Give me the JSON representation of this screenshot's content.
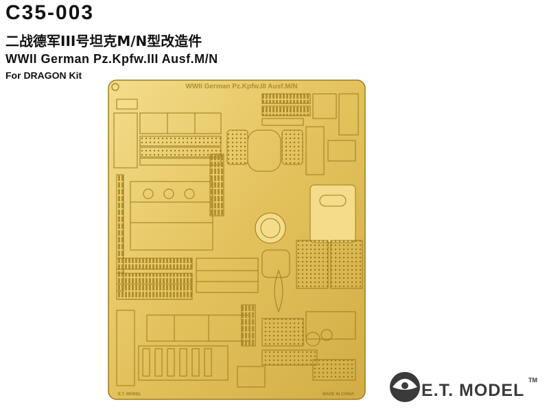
{
  "header": {
    "code": "C35-003",
    "title_cn": "二战德军III号坦克M/N型改造件",
    "title_en": "WWII German Pz.Kpfw.III Ausf.M/N",
    "kit": "For DRAGON Kit"
  },
  "fret": {
    "etched_title": "WWII German Pz.Kpfw.III Ausf.M/N",
    "made_in": "MADE IN CHINA",
    "corner_logo": "E.T. MODEL",
    "colors": {
      "brass": "#e3c25c",
      "brass_dark": "#9a7a1e",
      "brass_light": "#f4dc8a"
    }
  },
  "brand": {
    "name": "E.T. MODEL",
    "tm": "TM",
    "logo_icon": "et-model-logo-icon",
    "color": "#3a3a3a"
  }
}
